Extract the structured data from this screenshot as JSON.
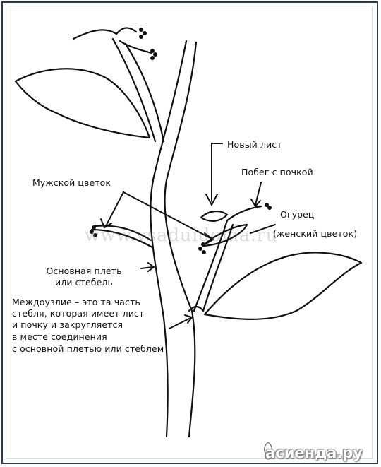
{
  "labels": {
    "new_leaf": "Новый лист",
    "shoot_with_bud": "Побег с почкой",
    "male_flower": "Мужской цветок",
    "cucumber": "Огурец",
    "female_flower": "(женский цветок)",
    "main_vine_1": "Основная плеть",
    "main_vine_2": "или стебель",
    "internode_1": "Междоузлие – это та часть",
    "internode_2": "стебля, которая имеет лист",
    "internode_3": "и почку и закругляется",
    "internode_4": "в месте соединения",
    "internode_5": "с основной плетью или стеблем"
  },
  "watermark": "www.vsaduidoma.ru",
  "brand": "асиенда.ру",
  "colors": {
    "frame": "#2a3a4a",
    "ink": "#111111"
  }
}
